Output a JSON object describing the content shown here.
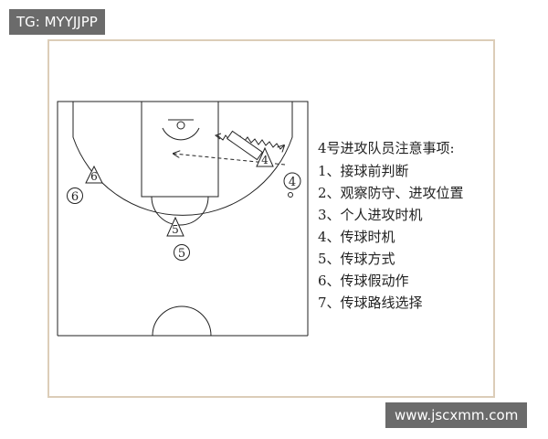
{
  "watermark_tag": "TG: MYYJJPP",
  "site_tag": "www.jscxmm.com",
  "players": {
    "p4_triangle": "4",
    "p4_circle": "4",
    "p5_triangle": "5",
    "p5_circle": "5",
    "p6_triangle": "6",
    "p6_circle": "6"
  },
  "notes": {
    "title": "4号进攻队员注意事项:",
    "items": [
      "1、接球前判断",
      "2、观察防守、进攻位置",
      "3、个人进攻时机",
      "4、传球时机",
      "5、传球方式",
      "6、传球假动作",
      "7、传球路线选择"
    ]
  },
  "colors": {
    "line": "#222222",
    "frame_border": "#dccdb8",
    "tag_bg": "#6b6b6b"
  }
}
